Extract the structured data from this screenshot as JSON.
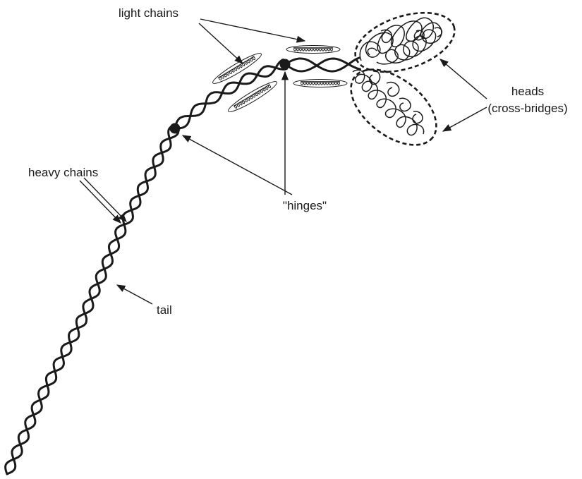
{
  "labels": {
    "light_chains": "light chains",
    "heads_line1": "heads",
    "heads_line2": "(cross-bridges)",
    "heavy_chains": "heavy chains",
    "hinges": "\"hinges\"",
    "tail": "tail"
  },
  "colors": {
    "ink": "#1a1a1a",
    "background": "#ffffff"
  }
}
